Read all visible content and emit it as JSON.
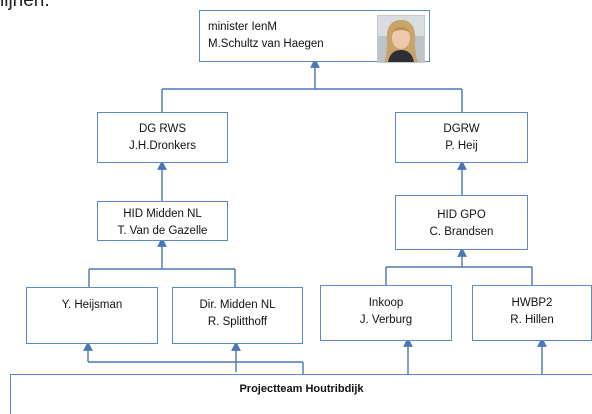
{
  "header": {
    "cut_text": "lijnen:"
  },
  "nodes": {
    "minister": {
      "line1": "minister IenM",
      "line2": "M.Schultz van Haegen",
      "photo": "portrait-photo"
    },
    "dg_rws": {
      "line1": "DG RWS",
      "line2": "J.H.Dronkers"
    },
    "dgrw": {
      "line1": "DGRW",
      "line2": "P. Heij"
    },
    "hid_midden": {
      "line1": "HID Midden NL",
      "line2": "T. Van de Gazelle"
    },
    "hid_gpo": {
      "line1": "HID GPO",
      "line2": "C. Brandsen"
    },
    "heijsman": {
      "line1": "Y. Heijsman"
    },
    "dir_midden": {
      "line1": "Dir. Midden NL",
      "line2": "R. Splitthoff"
    },
    "inkoop": {
      "line1": "Inkoop",
      "line2": "J. Verburg"
    },
    "hwbp2": {
      "line1": "HWBP2",
      "line2": "R. Hillen"
    }
  },
  "team": {
    "label": "Projectteam Houtribdijk"
  },
  "colors": {
    "line": "#4a78b5",
    "border": "#5b8bc4"
  }
}
